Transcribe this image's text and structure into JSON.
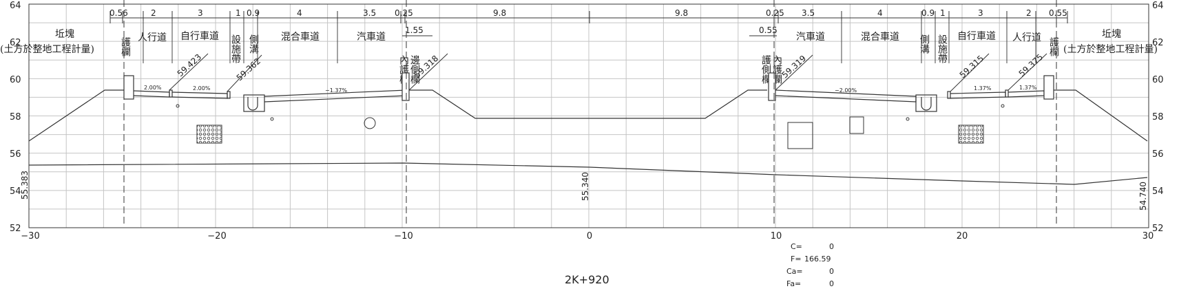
{
  "station": "2K+920",
  "x_ticks": [
    "−30",
    "−20",
    "−10",
    "0",
    "10",
    "20",
    "30"
  ],
  "y_ticks": [
    "52",
    "54",
    "56",
    "58",
    "60",
    "62",
    "64"
  ],
  "dims_left": [
    "0.56",
    "2",
    "3",
    "1",
    "0.9",
    "4",
    "3.5",
    "0.25"
  ],
  "dims_right": [
    "0.25",
    "3.5",
    "4",
    "0.9",
    "1",
    "3",
    "2",
    "0.55"
  ],
  "dim_center": [
    "9.8",
    "9.8"
  ],
  "dims_median": [
    "1.55",
    "0.55"
  ],
  "labels_left": {
    "filler": [
      "坵塊",
      "(土方於整地工程計量)"
    ],
    "guard": "護欄",
    "sidewalk": "人行道",
    "bike": "自行車道",
    "facility": "設施帶",
    "ditch": "側溝",
    "mixed": "混合車道",
    "car": "汽車道",
    "inner": "內護欄",
    "median": "邊側欄"
  },
  "labels_right": {
    "filler": [
      "坵塊",
      "(土方於整地工程計量)"
    ],
    "guard": "護欄",
    "sidewalk": "人行道",
    "bike": "自行車道",
    "facility": "設施帶",
    "ditch": "側溝",
    "mixed": "混合車道",
    "car": "汽車道",
    "inner": "內護欄",
    "median": "護側欄"
  },
  "elevations_design": [
    "59.423",
    "59.362",
    "59.318",
    "59.319",
    "59.315",
    "59.375"
  ],
  "elevations_ground": [
    "55.383",
    "55.340",
    "54.740"
  ],
  "slopes": [
    "2.00%",
    "2.00%",
    "−1.37%",
    "−2.00%",
    "1.37%",
    "1.37%"
  ],
  "stats": [
    {
      "label": "C=",
      "value": "0"
    },
    {
      "label": "F=",
      "value": "166.59"
    },
    {
      "label": "Ca=",
      "value": "0"
    },
    {
      "label": "Fa=",
      "value": "0"
    }
  ],
  "colors": {
    "line": "#333333",
    "grid": "#bdbdbd",
    "text": "#222222"
  }
}
